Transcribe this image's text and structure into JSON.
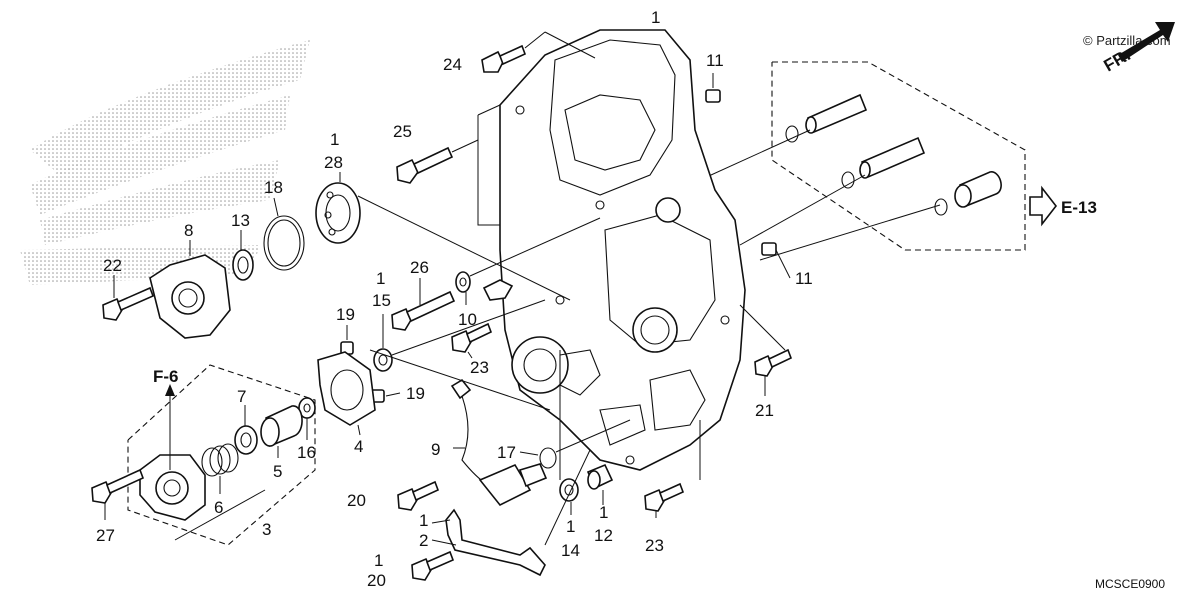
{
  "watermark": "© Partzilla.com",
  "direction_label": "FR.",
  "refs": {
    "f6": "F-6",
    "e13": "E-13"
  },
  "diagram_code": "MCSCE0900",
  "callouts": {
    "c1_top": "1",
    "c11_top": "11",
    "c24": "24",
    "c25": "25",
    "c1_28": "1",
    "c28": "28",
    "c18": "18",
    "c13": "13",
    "c8": "8",
    "c22": "22",
    "c11_right": "11",
    "c26": "26",
    "c1_15": "1",
    "c15": "15",
    "c10": "10",
    "c23_mid": "23",
    "c19_top": "19",
    "c19_bottom": "19",
    "c7": "7",
    "c16": "16",
    "c5": "5",
    "c6": "6",
    "c4": "4",
    "c3": "3",
    "c27": "27",
    "c9": "9",
    "c17": "17",
    "c20_mid": "20",
    "c1_2": "1",
    "c2": "2",
    "c1_20": "1",
    "c20_bottom": "20",
    "c1_14": "1",
    "c14": "14",
    "c1_12": "1",
    "c12": "12",
    "c23_bottom": "23",
    "c21": "21"
  }
}
